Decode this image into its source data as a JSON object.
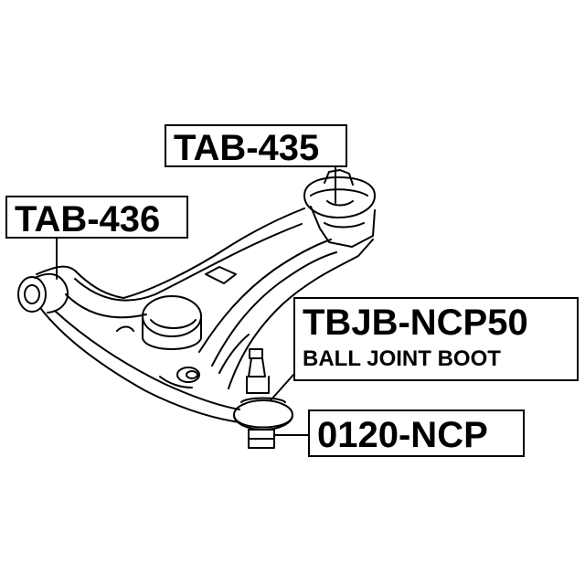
{
  "callouts": {
    "tab435": "TAB-435",
    "tab436": "TAB-436",
    "tbjb": "TBJB-NCP50",
    "tbjb_desc": "BALL JOINT BOOT",
    "ncp0120": "0120-NCP"
  }
}
